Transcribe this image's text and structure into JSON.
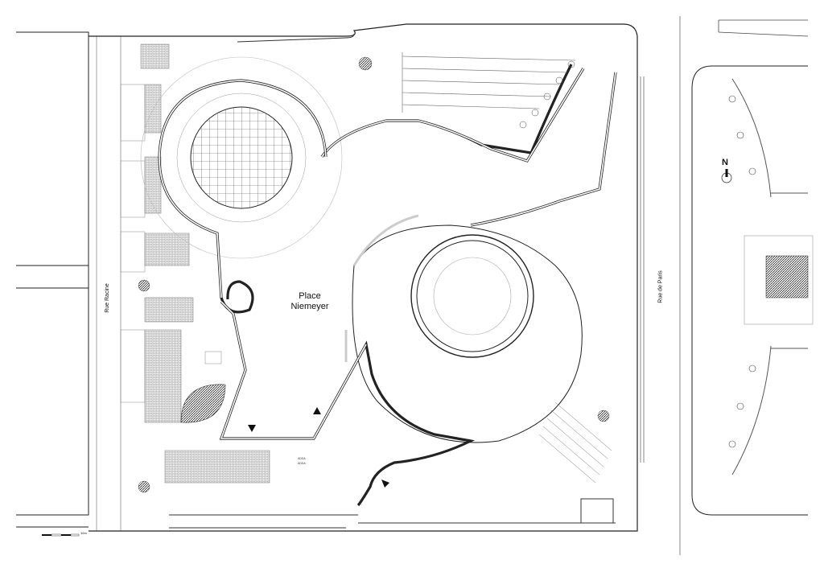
{
  "plan": {
    "place_name_line1": "Place",
    "place_name_line2": "Niemeyer",
    "street_west": "Rue Racine",
    "street_east": "Rue de Paris",
    "north": "N",
    "scale_end": "10m",
    "small_note_1": "ADDA",
    "small_note_2": "ADDA"
  }
}
